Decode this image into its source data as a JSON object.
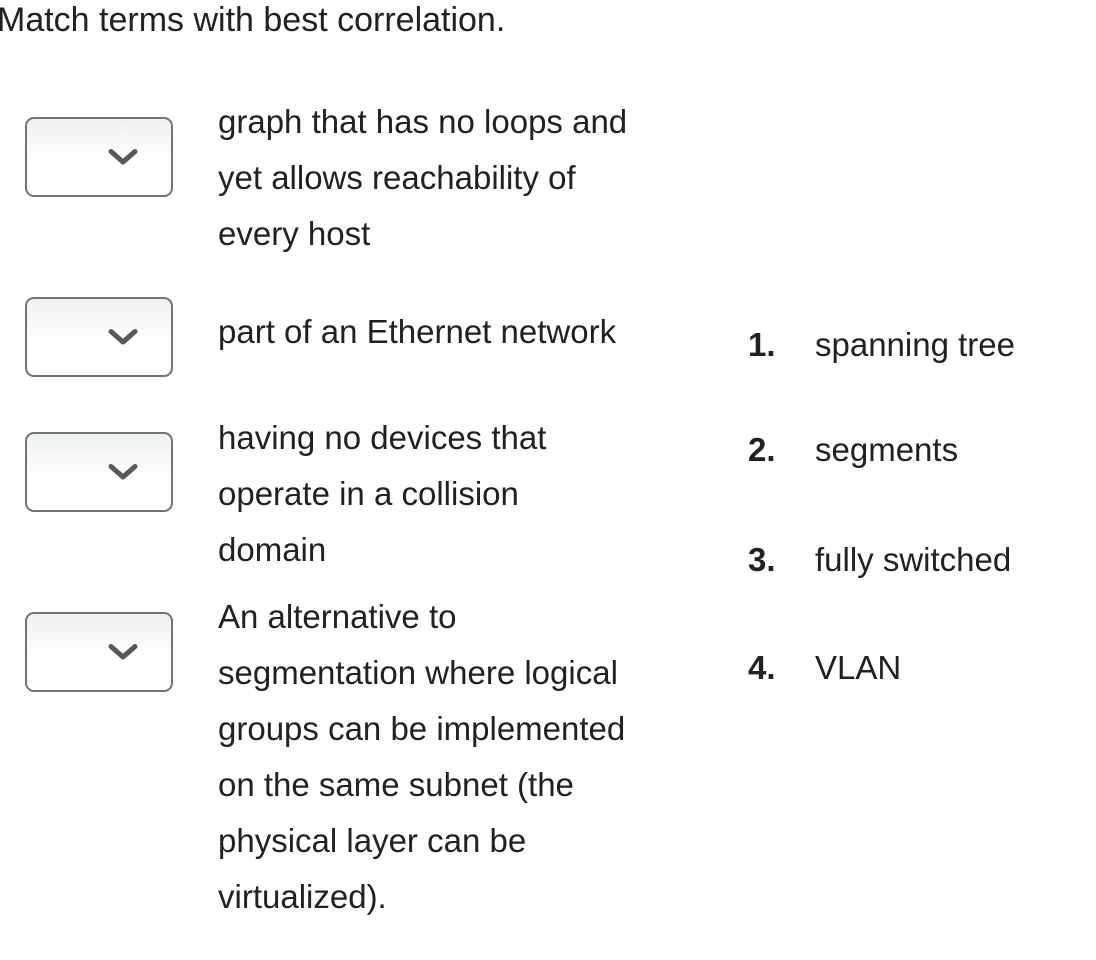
{
  "question": {
    "title": "Match terms with best correlation."
  },
  "colors": {
    "text-color": "#202122",
    "select-border": "#6e7477",
    "chevron-color": "#565a5c",
    "select-grad-top": "#eef0f1",
    "page-bg": "#ffffff"
  },
  "icons": {
    "chevron": "chevron-down-icon"
  },
  "matches": [
    {
      "prompt": "graph that has no loops and\nyet allows reachability of\nevery host",
      "selected_value": ""
    },
    {
      "prompt": "part of an Ethernet network",
      "selected_value": ""
    },
    {
      "prompt": "having no devices that\noperate in a collision\ndomain",
      "selected_value": ""
    },
    {
      "prompt": "An alternative to\nsegmentation where logical\ngroups can be implemented\non the same subnet (the\nphysical layer can be\nvirtualized).",
      "selected_value": ""
    }
  ],
  "options": [
    {
      "number": "1.",
      "label": "spanning tree"
    },
    {
      "number": "2.",
      "label": "segments"
    },
    {
      "number": "3.",
      "label": "fully switched"
    },
    {
      "number": "4.",
      "label": "VLAN"
    }
  ]
}
